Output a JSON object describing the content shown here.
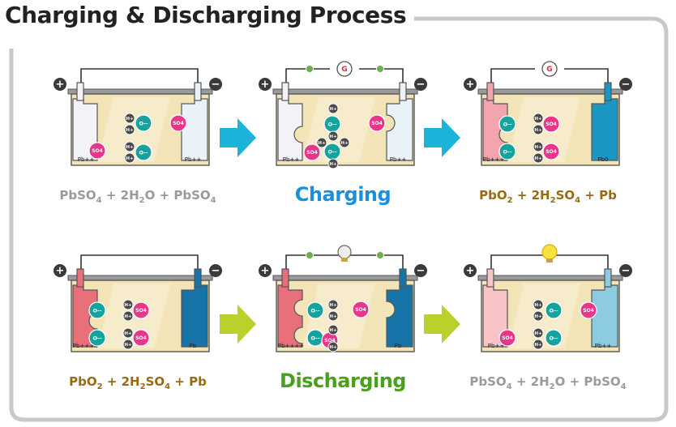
{
  "title": "Charging & Discharging Process",
  "colors": {
    "frame": "#c8c8c8",
    "electrolyte": "#f3e4b8",
    "pbso4_plate": "#f2f2f8",
    "pbo2_plate": "#e8707a",
    "pb_plate": "#1c97c4",
    "sulfate_ion": "#e8368a",
    "oxide_ion": "#16a3a0",
    "hydrogen_ion": "#4a4a4a",
    "charge_arrow": "#1bb3d8",
    "discharge_arrow": "#bcd02c",
    "charging_text": "#1a8fe0",
    "discharging_text": "#4aa01c"
  },
  "terminals": {
    "positive": "+",
    "negative": "−"
  },
  "ions": {
    "sulfate": "SO4",
    "oxide": "O--",
    "hydrogen": "H+"
  },
  "charger": {
    "icon": "charger-g-icon",
    "label": "G"
  },
  "load": {
    "icon": "light-bulb-icon"
  },
  "plates": {
    "pb2": "Pb++",
    "pb4": "Pb++++",
    "pb0": "Pb0",
    "pb": "Pb"
  },
  "captions": {
    "c1": "PbSO4 + 2H2O + PbSO4",
    "c2": "Charging",
    "c3": "PbO2 + 2H2SO4 + Pb",
    "c4": "PbO2 + 2H2SO4 + Pb",
    "c5": "Discharging",
    "c6": "PbSO4 + 2H2O + PbSO4"
  }
}
